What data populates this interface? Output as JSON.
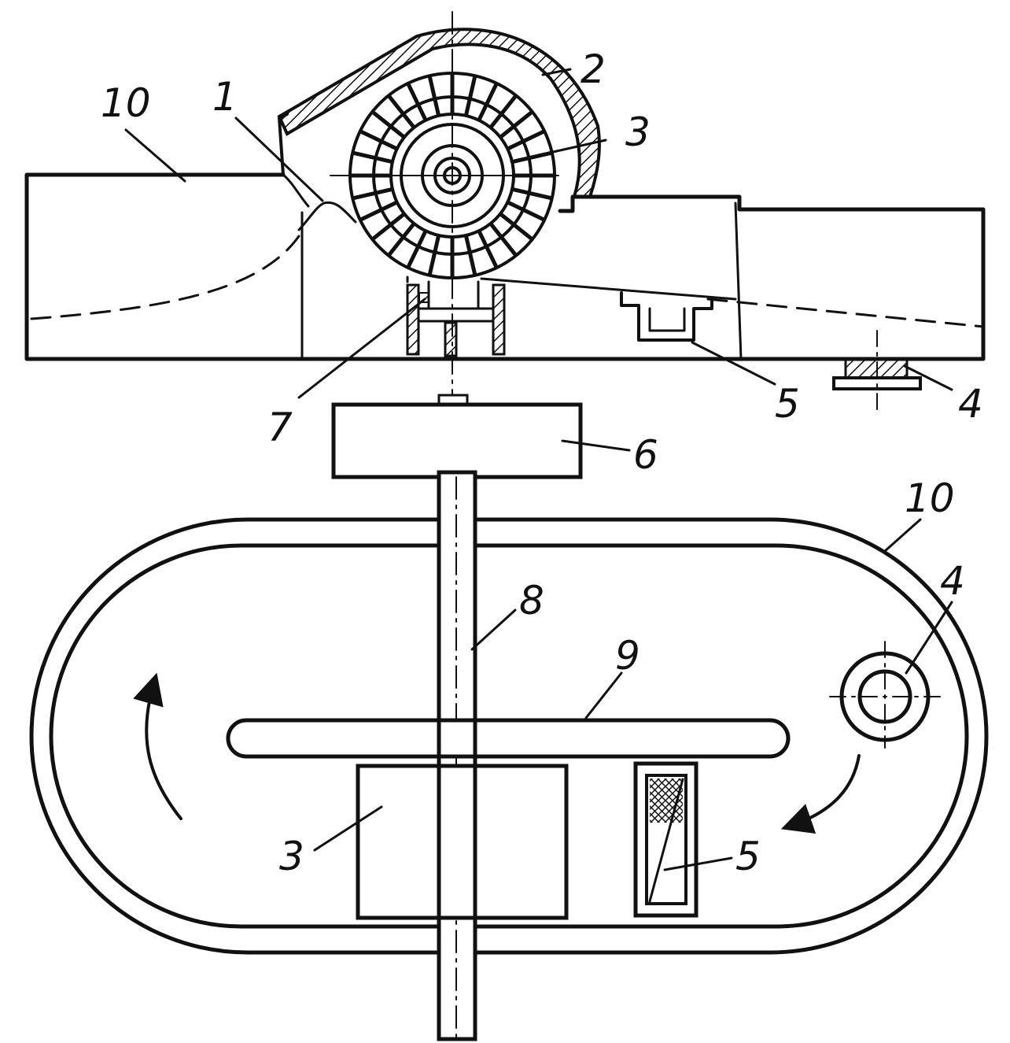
{
  "labels": {
    "side_view": {
      "housing_left": "10",
      "part_1": "1",
      "part_2": "2",
      "part_3": "3",
      "part_4": "4",
      "part_5": "5",
      "part_6": "6",
      "part_7": "7"
    },
    "plan_view": {
      "housing": "10",
      "part_4": "4",
      "part_8": "8",
      "part_9": "9",
      "part_3": "3",
      "part_5": "5"
    }
  },
  "colors": {
    "ink": "#111111",
    "paper": "#ffffff"
  }
}
